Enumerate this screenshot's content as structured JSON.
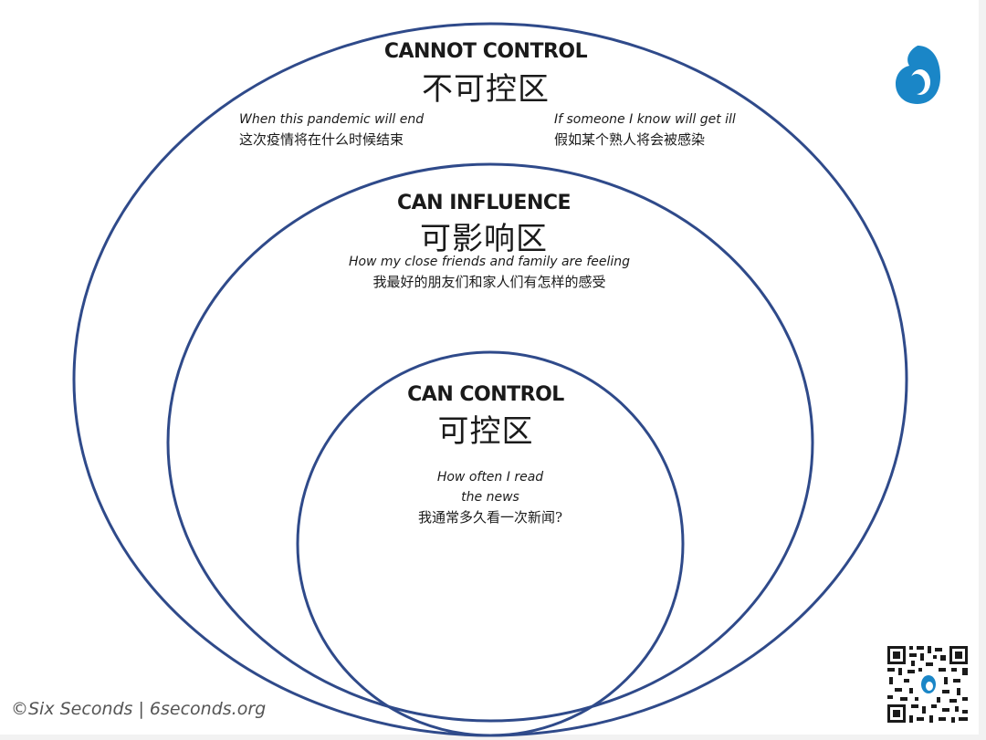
{
  "colors": {
    "ring": "#2f4a8a",
    "logo": "#1a86c7",
    "text": "#1a1a1a",
    "footer": "#555555"
  },
  "zones": {
    "cannot_control": {
      "title_en": "CANNOT CONTROL",
      "title_cn": "不可控区",
      "items": [
        {
          "en": "When this pandemic will end",
          "cn": "这次疫情将在什么时候结束"
        },
        {
          "en": "If someone I know will get ill",
          "cn": "假如某个熟人将会被感染"
        }
      ]
    },
    "can_influence": {
      "title_en": "CAN INFLUENCE",
      "title_cn": "可影响区",
      "items": [
        {
          "en": "How my close friends and family are feeling",
          "cn": "我最好的朋友们和家人们有怎样的感受"
        }
      ]
    },
    "can_control": {
      "title_en": "CAN CONTROL",
      "title_cn": "可控区",
      "items": [
        {
          "en_line1": "How often I read",
          "en_line2": "the news",
          "cn": "我通常多久看一次新闻?"
        }
      ]
    }
  },
  "footer": {
    "copyright": "©Six Seconds | 6seconds.org"
  },
  "icons": {
    "logo": "six-seconds-logo-icon",
    "qr": "qr-code-icon"
  }
}
